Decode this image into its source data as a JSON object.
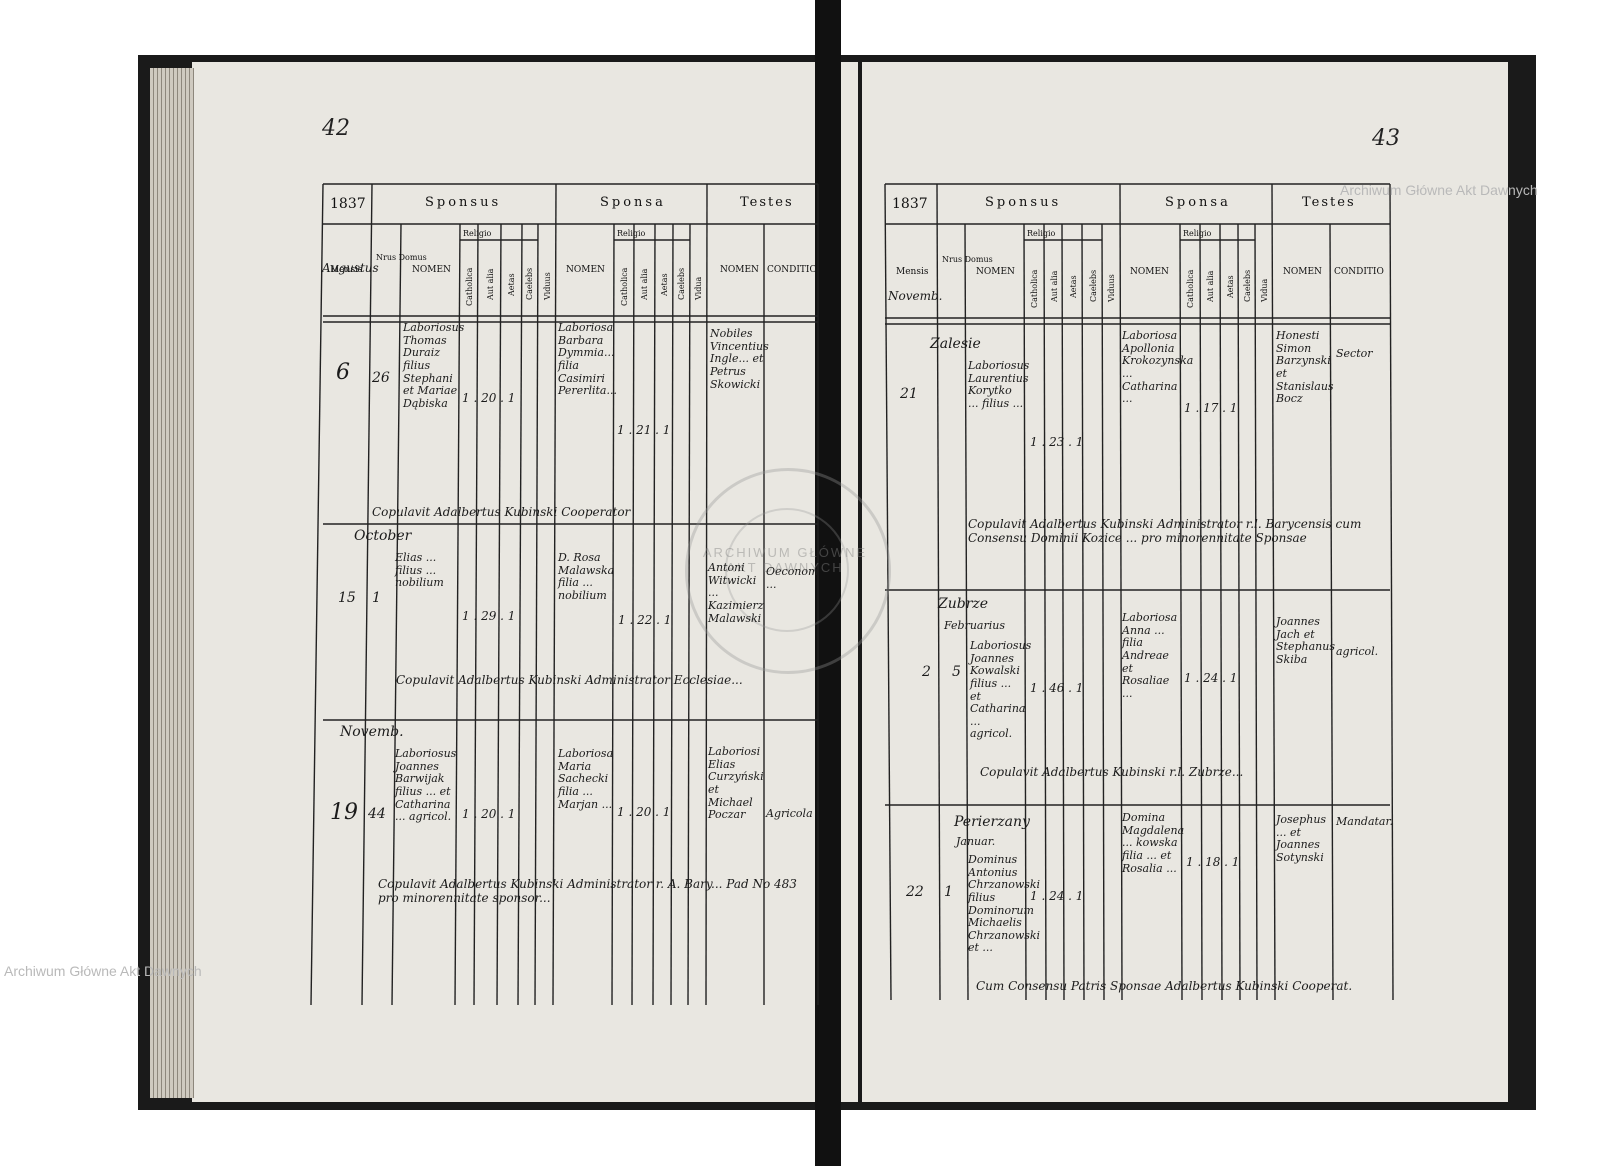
{
  "page_numbers": {
    "left": "42",
    "right": "43"
  },
  "watermark": "Archiwum Główne Akt Dawnych",
  "stamp_text": "ARCHIWUM GŁÓWNE AKT DAWNYCH",
  "tables": [
    {
      "year": "1837",
      "headers": {
        "sponsus": "Sponsus",
        "sponsa": "Sponsa",
        "testes": "Testes",
        "mensis": "Mensis",
        "nrus_domus": "Nrus Domus",
        "nomen": "NOMEN",
        "religio": "Religio",
        "catholica": "Catholica",
        "aut_alia": "Aut alia",
        "aetas": "Aetas",
        "caelebs": "Caelebs",
        "viduus": "Viduus",
        "vidua": "Vidua",
        "conditio": "CONDITIO"
      },
      "month_heading": "Augustus",
      "entries": [
        {
          "day": "6",
          "house": "26",
          "sponsus": "Laboriosus Thomas Duraiz filius Stephani et Mariae Dąbiska",
          "sponsus_stats": "1 . 20 . 1",
          "sponsa": "Laboriosa Barbara Dymmia... filia Casimiri Pererlita...",
          "sponsa_stats": "1 . 21 . 1",
          "testes": "Nobiles Vincentius Ingle... et Petrus Skowicki",
          "note": "Copulavit Adalbertus Kubinski Cooperator"
        },
        {
          "month": "October",
          "day": "15",
          "house": "1",
          "sponsus": "Elias ... filius ... nobilium",
          "sponsus_stats": "1 . 29 . 1",
          "sponsa": "D. Rosa Malawska filia ... nobilium",
          "sponsa_stats": "1 . 22 . 1",
          "testes": "Antoni Witwicki ... Kazimierz Malawski",
          "conditio": "Oeconom ...",
          "note": "Copulavit Adalbertus Kubinski Administrator Ecclesiae..."
        },
        {
          "month": "Novemb.",
          "day": "19",
          "house": "44",
          "sponsus": "Laboriosus Joannes Barwijak filius ... et Catharina ... agricol.",
          "sponsus_stats": "1 . 20 . 1",
          "sponsa": "Laboriosa Maria Sachecki filia ... Marjan ...",
          "sponsa_stats": "1 . 20 . 1",
          "testes": "Laboriosi Elias Curzyński et Michael Poczar",
          "conditio": "Agricola",
          "note": "Copulavit Adalbertus Kubinski Administrator r. A. Bary... Pad No 483 pro minorennitate sponsor..."
        }
      ]
    },
    {
      "year": "1837",
      "headers": {
        "sponsus": "Sponsus",
        "sponsa": "Sponsa",
        "testes": "Testes",
        "mensis": "Mensis",
        "nrus_domus": "Nrus Domus",
        "nomen": "NOMEN",
        "religio": "Religio",
        "catholica": "Catholica",
        "aut_alia": "Aut alia",
        "aetas": "Aetas",
        "caelebs": "Caelebs",
        "viduus": "Viduus",
        "vidua": "Vidua",
        "conditio": "CONDITIO"
      },
      "month_heading": "Novemb.",
      "entries": [
        {
          "place": "Zalesie",
          "day": "21",
          "house": "",
          "sponsus": "Laboriosus Laurentius Korytko ... filius ...",
          "sponsus_stats": "1 . 23 . 1",
          "sponsa": "Laboriosa Apollonia Krokozynska ... Catharina ...",
          "sponsa_stats": "1 . 17 . 1",
          "testes": "Honesti Simon Barzynski et Stanislaus Bocz",
          "conditio": "Sector",
          "note": "Copulavit Adalbertus Kubinski Administrator r.l. Barycensis cum Consensu Dominii Kozice ... pro minorennitate Sponsae"
        },
        {
          "place": "Zubrze",
          "month": "Februarius",
          "day": "2",
          "house": "5",
          "sponsus": "Laboriosus Joannes Kowalski filius ... et Catharina ... agricol.",
          "sponsus_stats": "1 . 46 . 1",
          "sponsa": "Laboriosa Anna ... filia Andreae et Rosaliae ...",
          "sponsa_stats": "1 . 24 . 1",
          "testes": "Joannes Jach et Stephanus Skiba",
          "conditio": "agricol.",
          "note": "Copulavit Adalbertus Kubinski r.l. Zubrze..."
        },
        {
          "place": "Perierzany",
          "month": "Januar.",
          "day": "22",
          "house": "1",
          "sponsus": "Dominus Antonius Chrzanowski filius Dominorum Michaelis Chrzanowski et ...",
          "sponsus_stats": "1 . 24 . 1",
          "sponsa": "Domina Magdalena ... kowska filia ... et Rosalia ...",
          "sponsa_stats": "1 . 18 . 1",
          "testes": "Josephus ... et Joannes Sotynski",
          "conditio": "Mandatar.",
          "note": "Cum Consensu Patris Sponsae Adalbertus Kubinski Cooperat."
        }
      ]
    }
  ]
}
